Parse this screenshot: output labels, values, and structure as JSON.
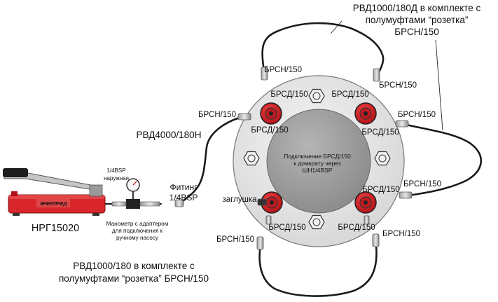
{
  "labels": {
    "rvd_d_line1": "РВД1000/180Д в комплекте с",
    "rvd_d_line2": "полумуфтами “розетка”",
    "rvd_d_line3": "БРСН/150",
    "brsn_1": "БРСН/150",
    "brsn_2": "БРСН/150",
    "brsn_3": "БРСН/150",
    "brsn_4": "БРСН/150",
    "brsn_5": "БРСН/150",
    "brsn_6": "БРСН/150",
    "brsn_7": "БРСН/150",
    "brsd_1": "БРСД/150",
    "brsd_2": "БРСД/150",
    "brsd_3": "БРСД/150",
    "brsd_4": "БРСД/150",
    "brsd_5": "БРСД/150",
    "brsd_6": "БРСД/150",
    "brsd_7": "БРСД/150",
    "rvd4000": "РВД4000/180Н",
    "center_line1": "Подключение БРСД/150",
    "center_line2": "к домкрату через",
    "center_line3": "ШН1/4BSP",
    "plug": "заглушка",
    "bsp_line1": "1/4BSP",
    "bsp_line2": "наружная",
    "fitting_line1": "Фитинг",
    "fitting_line2": "1/4BSP",
    "pump_brand": "ЭНЕРПРЕД",
    "pump_model": "НРГ15020",
    "gauge_line1": "Манометр с адаптером",
    "gauge_line2": "для подключения к",
    "gauge_line3": "ручному насосу",
    "rvd_bottom_line1": "РВД1000/180 в комплекте с",
    "rvd_bottom_line2": "полумуфтами “розетка” БРСН/150"
  },
  "colors": {
    "pump_red": "#d8262a",
    "coupler_red": "#d21f26",
    "plate_gray": "#e4e4e4",
    "center_gray": "#9b9b9b",
    "hose": "#1a1a1a"
  },
  "icons": [
    "hydraulic-pump-icon",
    "pressure-gauge-icon",
    "hex-nut-icon",
    "coupler-icon",
    "plug-icon"
  ]
}
